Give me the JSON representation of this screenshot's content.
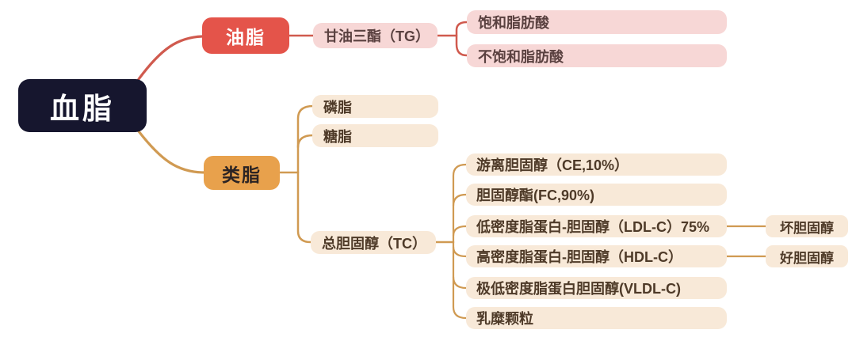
{
  "colors": {
    "canvas_bg": "#ffffff",
    "root_bg": "#16162e",
    "root_text": "#ffffff",
    "oil_bg": "#e4544a",
    "oil_text": "#ffffff",
    "lipoid_bg": "#e8a14c",
    "lipoid_text": "#2b2323",
    "pink_node_bg": "#f7d7d6",
    "pink_node_text": "#5a4140",
    "cream_node_bg": "#f8e9d8",
    "cream_node_text": "#4e3a28",
    "red_line": "#d05a4e",
    "orange_line": "#d09a52"
  },
  "mindmap": {
    "root": {
      "label": "血脂"
    },
    "oil_branch": {
      "label": "油脂",
      "tg": {
        "label": "甘油三酯（TG）"
      },
      "tg_children": [
        {
          "label": "饱和脂肪酸"
        },
        {
          "label": "不饱和脂肪酸"
        }
      ]
    },
    "lipoid_branch": {
      "label": "类脂",
      "children": [
        {
          "label": "磷脂"
        },
        {
          "label": "糖脂"
        },
        {
          "label": "总胆固醇（TC）"
        }
      ],
      "tc_children": [
        {
          "label": "游离胆固醇（CE,10%）"
        },
        {
          "label": "胆固醇酯(FC,90%)"
        },
        {
          "label": "低密度脂蛋白-胆固醇（LDL-C）75%",
          "note": "坏胆固醇"
        },
        {
          "label": "高密度脂蛋白-胆固醇（HDL-C）",
          "note": "好胆固醇"
        },
        {
          "label": "极低密度脂蛋白胆固醇(VLDL-C)"
        },
        {
          "label": "乳糜颗粒"
        }
      ]
    }
  }
}
